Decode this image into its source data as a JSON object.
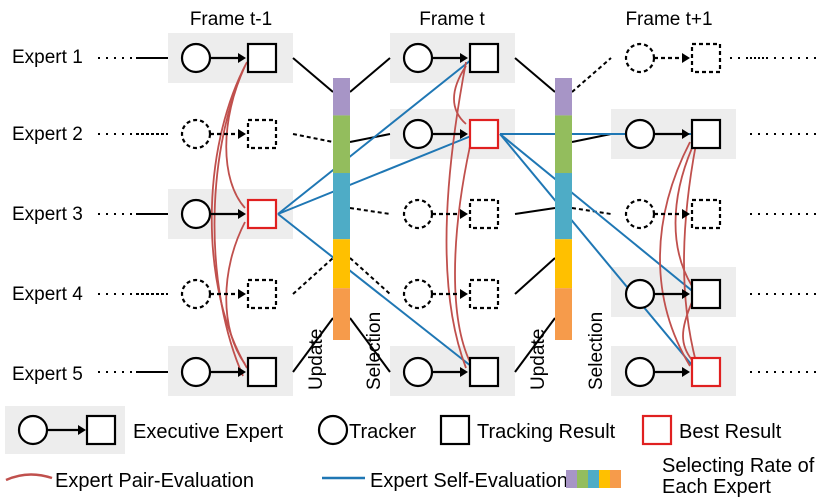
{
  "frames": [
    "Frame t-1",
    "Frame t",
    "Frame t+1"
  ],
  "experts": [
    "Expert 1",
    "Expert 2",
    "Expert 3",
    "Expert 4",
    "Expert 5"
  ],
  "bars": [
    {
      "label": "Update",
      "segments": [
        0.13,
        0.2,
        0.23,
        0.17,
        0.18
      ]
    },
    {
      "label": "Selection"
    },
    {
      "label": "Update",
      "segments": [
        0.13,
        0.2,
        0.23,
        0.17,
        0.18
      ]
    },
    {
      "label": "Selection"
    }
  ],
  "rate_colors": [
    "#a795c6",
    "#93bd5d",
    "#4eacc6",
    "#ffc000",
    "#f69b4b"
  ],
  "colors": {
    "pair_evaluation": "#c0504d",
    "self_evaluation": "#1f77b4",
    "best": "#e02020",
    "panel": "#ededed"
  },
  "legend": {
    "executive_expert": "Executive Expert",
    "tracker": "Tracker",
    "tracking_result": "Tracking Result",
    "best_result": "Best Result",
    "pair_evaluation": "Expert Pair-Evaluation",
    "self_evaluation": "Expert Self-Evaluation",
    "selecting_rate_line1": "Selecting Rate of",
    "selecting_rate_line2": "Each Expert"
  }
}
